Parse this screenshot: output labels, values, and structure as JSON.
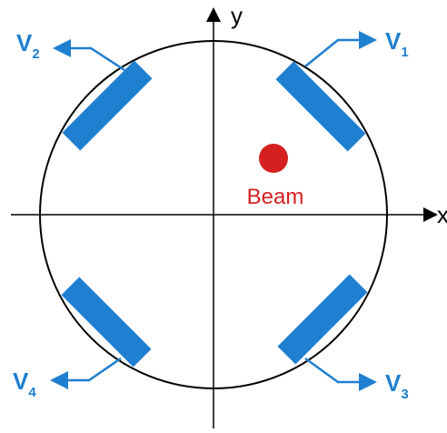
{
  "diagram": {
    "axes": {
      "x_label": "x",
      "y_label": "y"
    },
    "beam": {
      "label": "Beam"
    },
    "electrodes": [
      {
        "letter": "V",
        "index": "1"
      },
      {
        "letter": "V",
        "index": "2"
      },
      {
        "letter": "V",
        "index": "3"
      },
      {
        "letter": "V",
        "index": "4"
      }
    ]
  },
  "colors": {
    "electrode": "#1f7fd0",
    "beam": "#d42020",
    "line": "#000000"
  }
}
